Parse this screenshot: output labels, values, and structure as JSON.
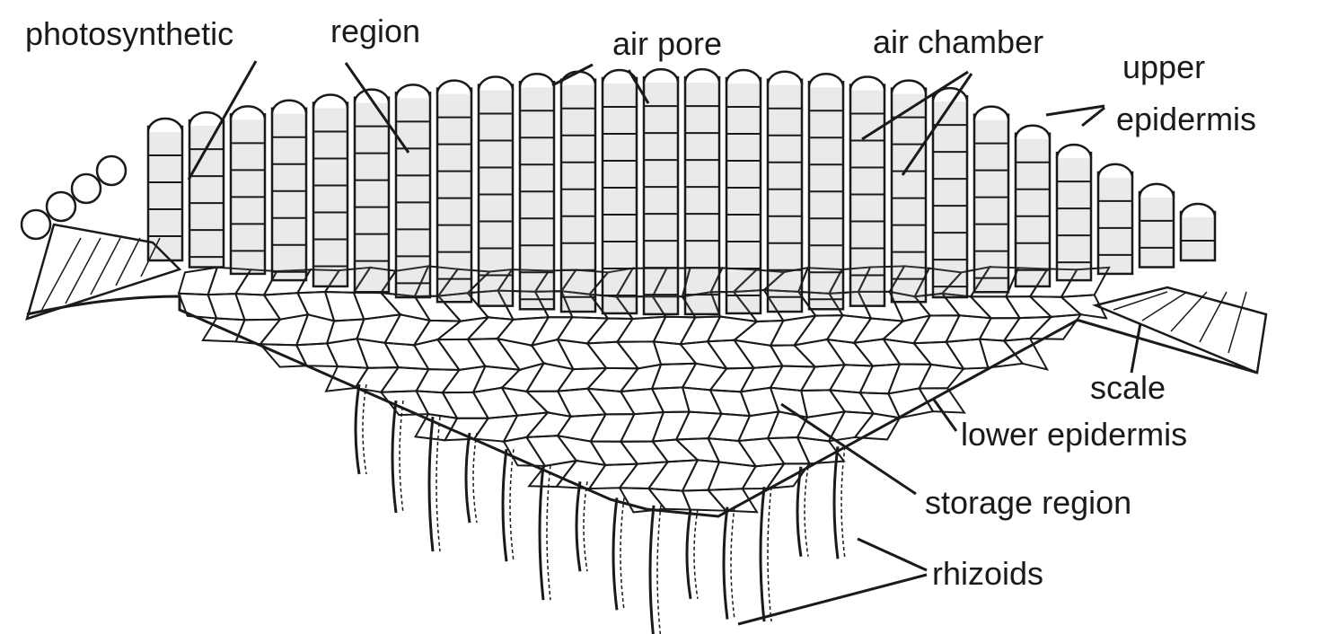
{
  "labels": {
    "photosynthetic": "photosynthetic",
    "region": "region",
    "air_pore": "air pore",
    "air_chamber": "air chamber",
    "upper": "upper",
    "epidermis": "epidermis",
    "scale": "scale",
    "lower_epidermis": "lower epidermis",
    "storage_region": "storage region",
    "rhizoids": "rhizoids"
  },
  "colors": {
    "ink": "#1a1a1a",
    "stipple": "#8a8a8a",
    "background": "#ffffff"
  }
}
